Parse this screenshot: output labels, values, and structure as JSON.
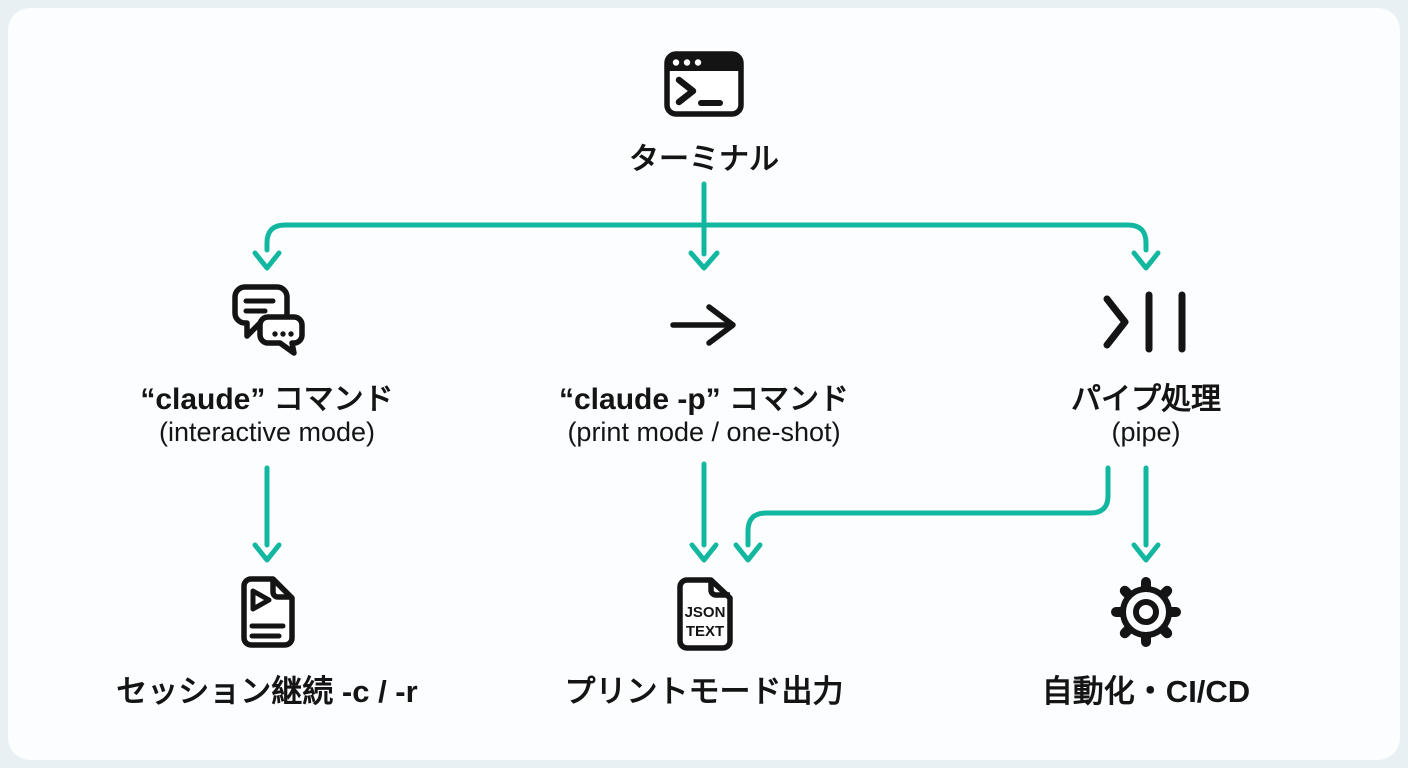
{
  "colors": {
    "arrow_teal": "#12b7a0",
    "icon_ink": "#141414",
    "card_bg": "#fbfdfe",
    "page_bg": "#e9f0f3"
  },
  "root": {
    "label": "ターミナル",
    "icon": "terminal-window-icon"
  },
  "modes": [
    {
      "title": "“claude” コマンド",
      "subtitle": "(interactive mode)",
      "icon": "chat-bubbles-icon"
    },
    {
      "title": "“claude -p” コマンド",
      "subtitle": "(print mode / one-shot)",
      "icon": "arrow-right-icon"
    },
    {
      "title": "パイプ処理",
      "subtitle": "(pipe)",
      "icon": "pipe-icon"
    }
  ],
  "outputs": [
    {
      "label": "セッション継続 -c / -r",
      "icon": "document-play-icon"
    },
    {
      "label": "プリントモード出力",
      "icon": "json-text-file-icon",
      "file_badge_lines": [
        "JSON",
        "TEXT"
      ]
    },
    {
      "label": "自動化・CI/CD",
      "icon": "gear-icon"
    }
  ]
}
